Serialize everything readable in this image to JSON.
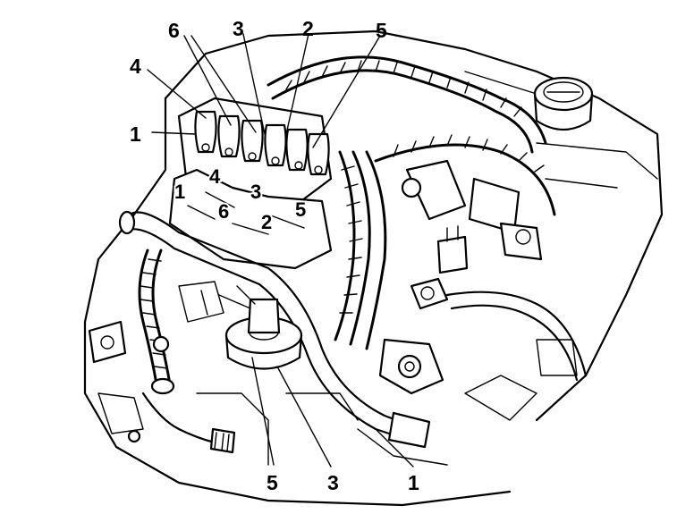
{
  "callouts": {
    "top": [
      "6",
      "3",
      "2",
      "5"
    ],
    "left_4": "4",
    "left_1": "1",
    "coil": [
      "4",
      "1",
      "3",
      "5",
      "6",
      "2"
    ],
    "bottom": [
      "5",
      "3",
      "1"
    ]
  },
  "colors": {
    "ink": "#000000",
    "paper": "#ffffff"
  }
}
